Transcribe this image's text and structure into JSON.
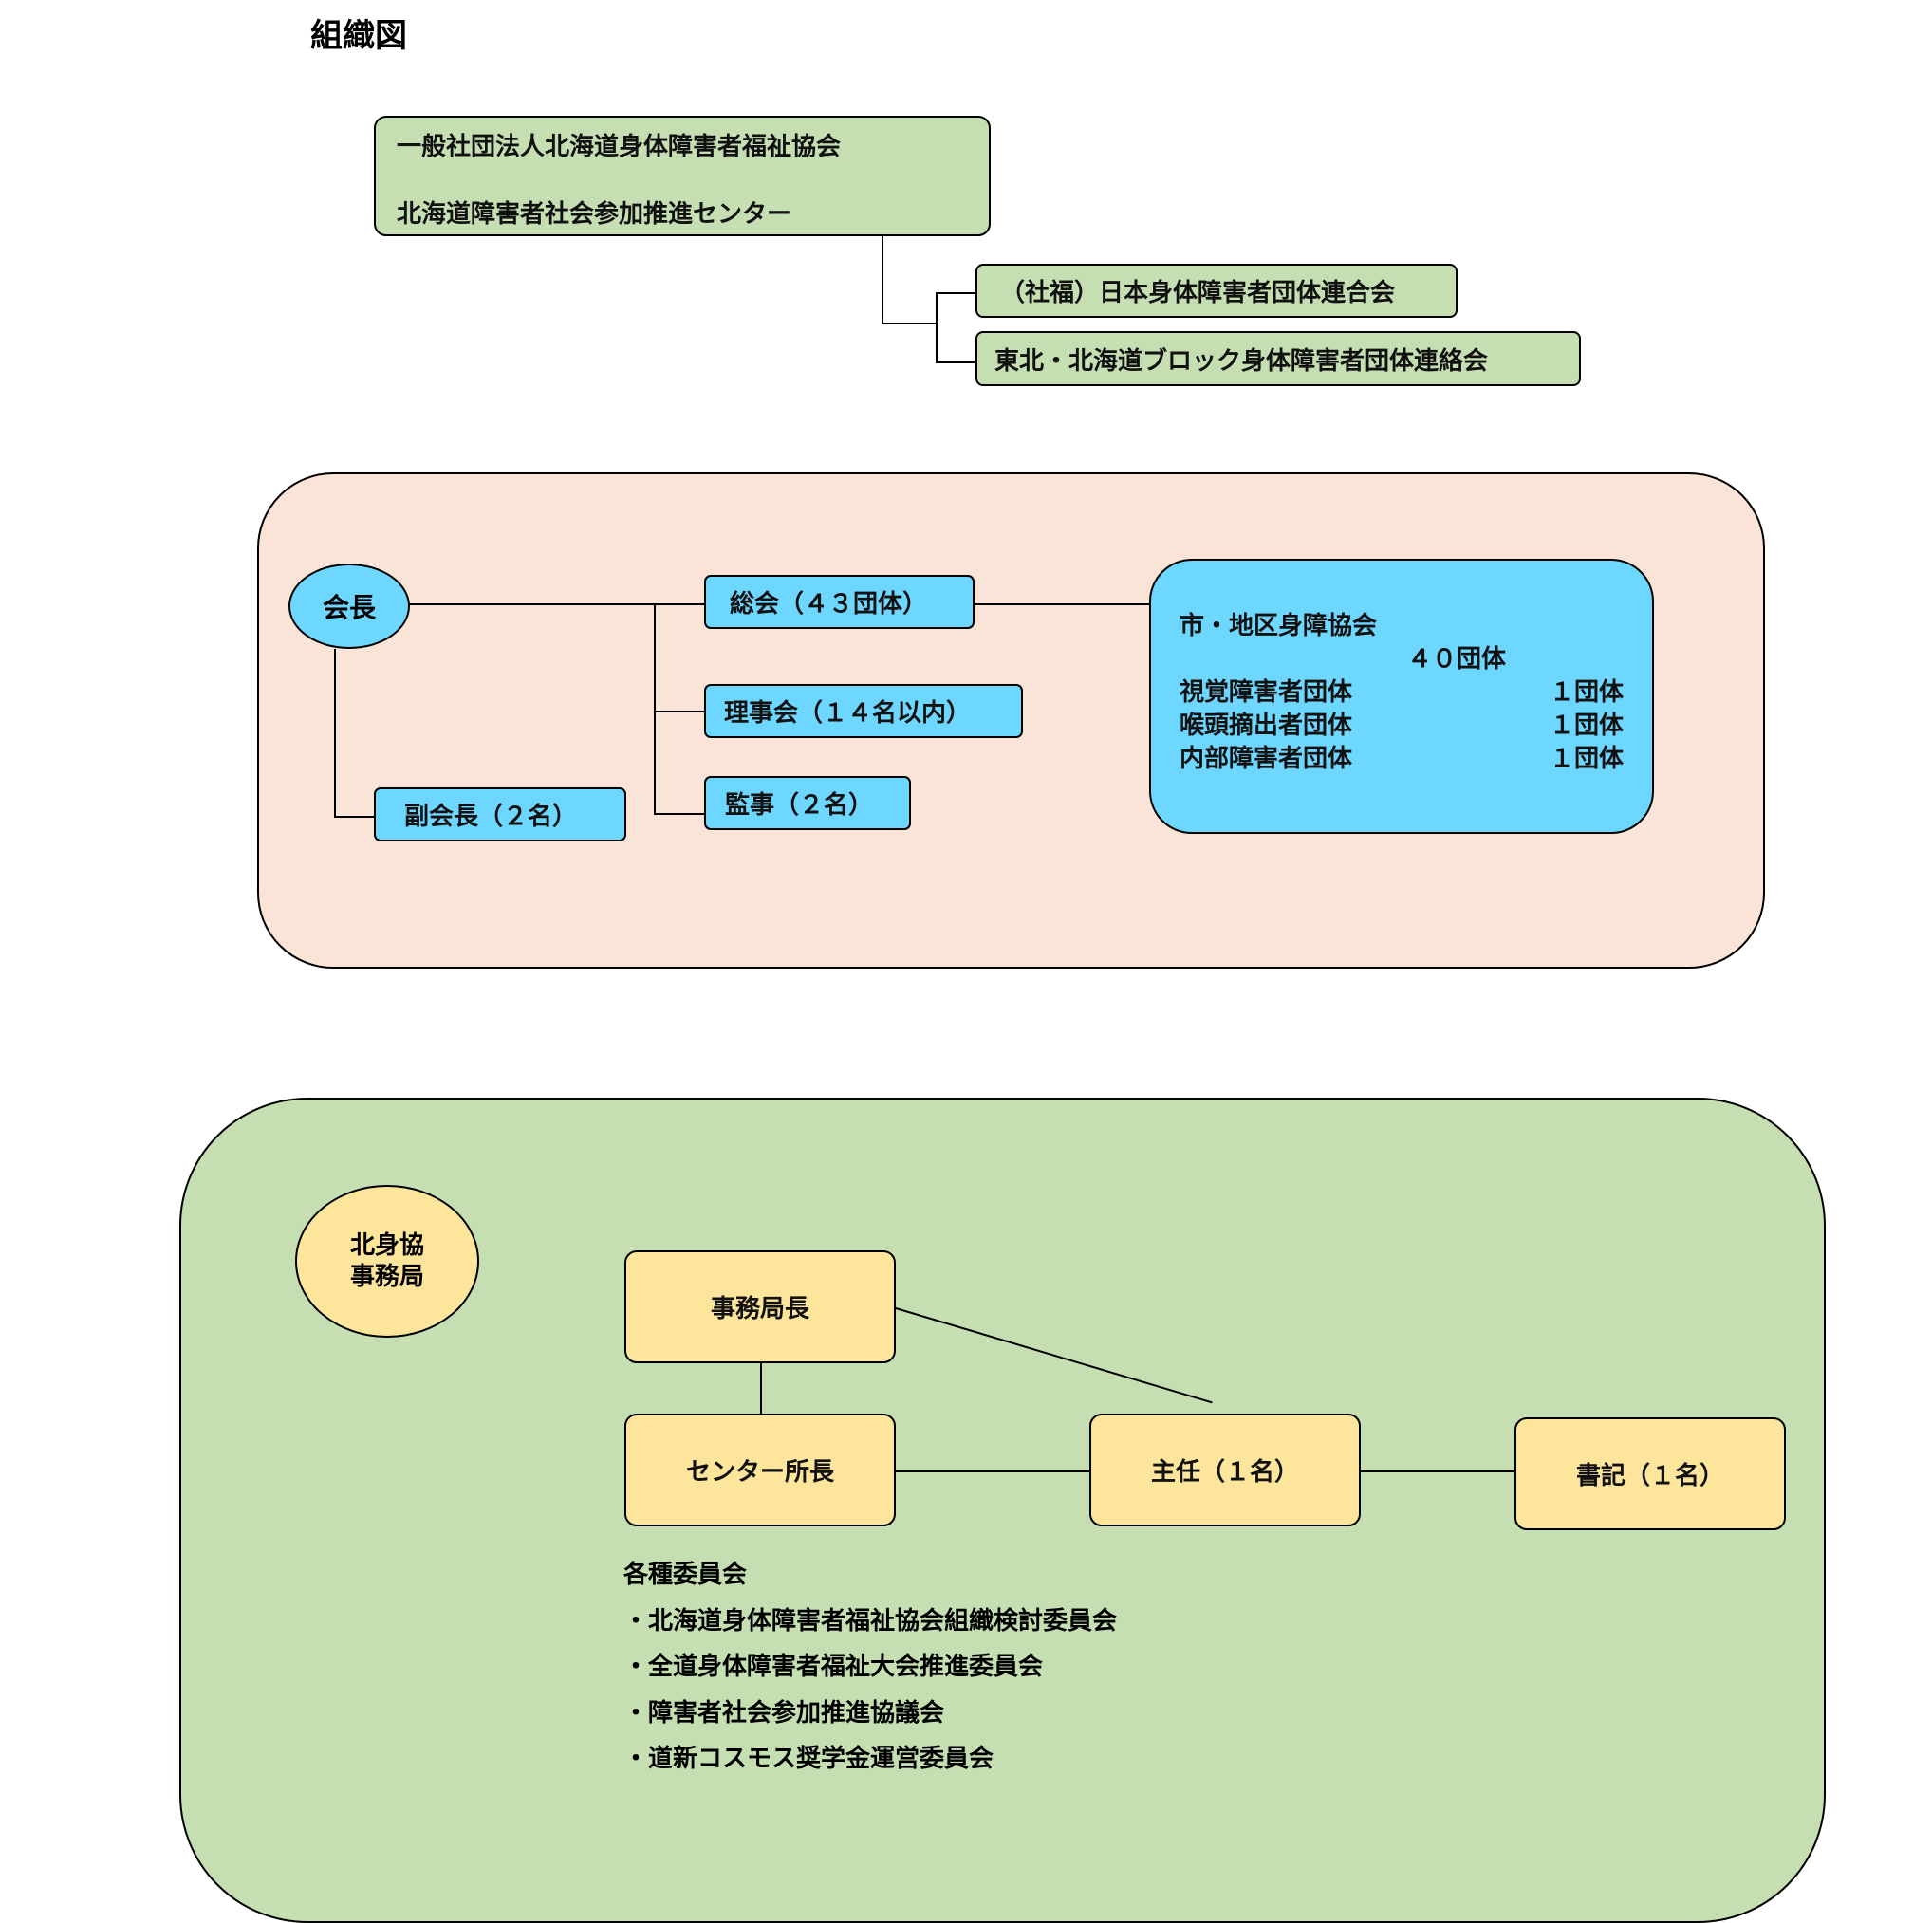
{
  "title": "組織図",
  "top": {
    "org_line1": "一般社団法人北海道身体障害者福祉協会",
    "org_line2": "北海道障害者社会参加推進センター",
    "affiliate1": "（社福）日本身体障害者団体連合会",
    "affiliate2": "東北・北海道ブロック身体障害者団体連絡会"
  },
  "middle": {
    "president": "会長",
    "general_assembly": "総会（４３団体）",
    "board": "理事会（１４名以内）",
    "auditors": "監事（２名）",
    "vice_president": "副会長（２名）",
    "members": {
      "line1": "市・地区身障協会",
      "line1_count": "４０団体",
      "rows": [
        {
          "name": "視覚障害者団体",
          "count": "１団体"
        },
        {
          "name": "喉頭摘出者団体",
          "count": "１団体"
        },
        {
          "name": "内部障害者団体",
          "count": "１団体"
        }
      ]
    }
  },
  "bottom": {
    "office_line1": "北身協",
    "office_line2": "事務局",
    "director": "事務局長",
    "center_director": "センター所長",
    "chief": "主任（１名）",
    "clerk": "書記（１名）",
    "committees_title": "各種委員会",
    "committees": [
      "・北海道身体障害者福祉協会組織検討委員会",
      "・全道身体障害者福祉大会推進委員会",
      "・障害者社会参加推進協議会",
      "・道新コスモス奨学金運営委員会"
    ]
  }
}
